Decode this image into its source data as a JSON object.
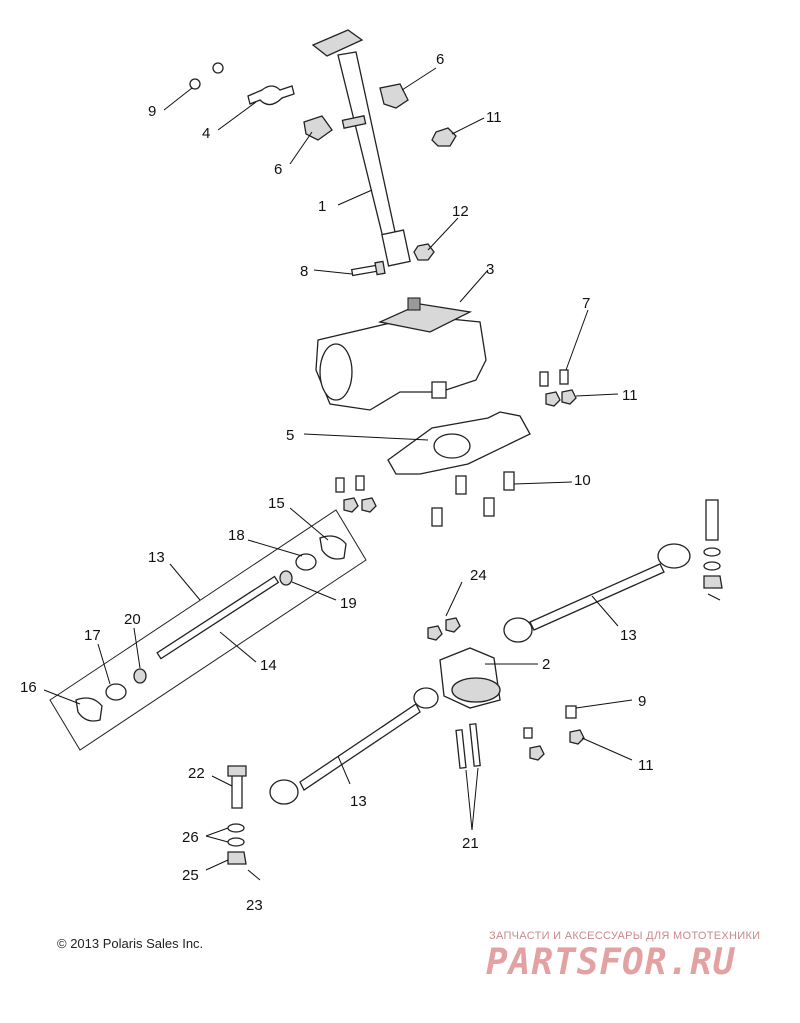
{
  "callouts": [
    "1",
    "2",
    "3",
    "4",
    "5",
    "6",
    "6",
    "7",
    "8",
    "9",
    "9",
    "10",
    "11",
    "11",
    "11",
    "12",
    "13",
    "13",
    "13",
    "14",
    "15",
    "16",
    "17",
    "18",
    "19",
    "20",
    "21",
    "22",
    "23",
    "24",
    "25",
    "26"
  ],
  "footer": {
    "copyright": "© 2013 Polaris Sales Inc.",
    "watermark_tagline": "ЗАПЧАСТИ И АКСЕССУАРЫ ДЛЯ МОТОТЕХНИКИ",
    "watermark_logo": "PARTSFOR.RU"
  },
  "colors": {
    "line": "#222222",
    "watermark": "#e3a1a1"
  }
}
